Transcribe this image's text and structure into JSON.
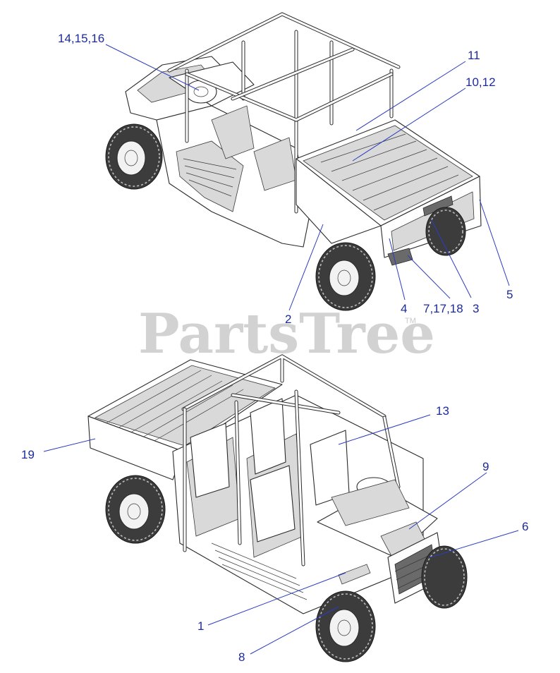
{
  "watermark": {
    "text": "PartsTree",
    "mark": "TM"
  },
  "callouts_top": [
    {
      "id": "c-14-15-16",
      "label": "14,15,16"
    },
    {
      "id": "c-11",
      "label": "11"
    },
    {
      "id": "c-10-12",
      "label": "10,12"
    },
    {
      "id": "c-2",
      "label": "2"
    },
    {
      "id": "c-4",
      "label": "4"
    },
    {
      "id": "c-7-17-18",
      "label": "7,17,18"
    },
    {
      "id": "c-3",
      "label": "3"
    },
    {
      "id": "c-5",
      "label": "5"
    }
  ],
  "callouts_bottom": [
    {
      "id": "c-13",
      "label": "13"
    },
    {
      "id": "c-19",
      "label": "19"
    },
    {
      "id": "c-9",
      "label": "9"
    },
    {
      "id": "c-6",
      "label": "6"
    },
    {
      "id": "c-1",
      "label": "1"
    },
    {
      "id": "c-8",
      "label": "8"
    }
  ]
}
